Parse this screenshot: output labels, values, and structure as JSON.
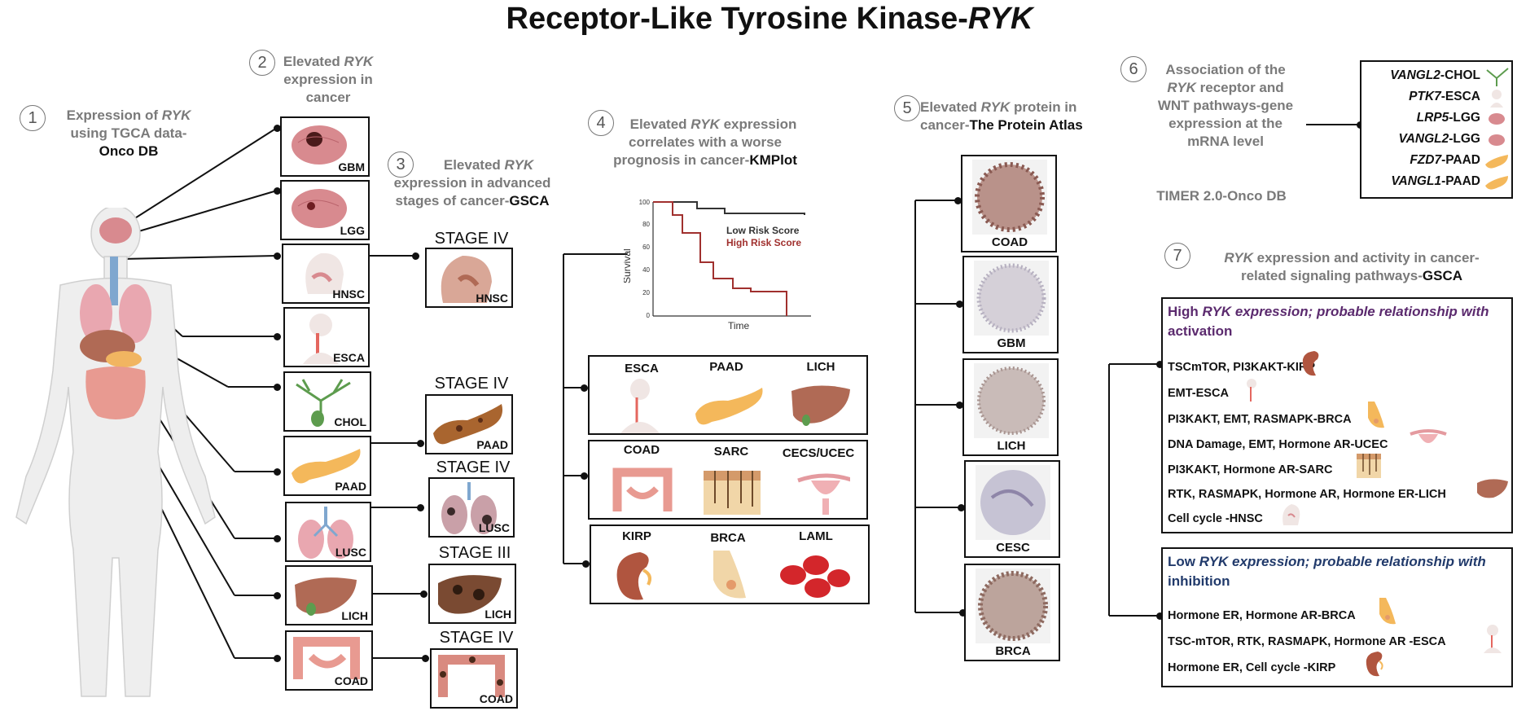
{
  "title": {
    "prefix": "Receptor-Like Tyrosine Kinase-",
    "gene": "RYK"
  },
  "section1": {
    "num": "1",
    "l1a": "Expression of ",
    "l1b": "RYK",
    "l2": "using TGCA data-",
    "l3": "Onco DB",
    "organs": [
      "GBM",
      "LGG",
      "HNSC",
      "ESCA",
      "CHOL",
      "PAAD",
      "LUSC",
      "LICH",
      "COAD"
    ]
  },
  "section2": {
    "num": "2",
    "l1": "Elevated ",
    "gene": "RYK",
    "l2": "expression in",
    "l3": "cancer"
  },
  "section3": {
    "num": "3",
    "l1": "Elevated ",
    "gene": "RYK",
    "l2": "expression in advanced",
    "l3a": "stages of cancer-",
    "l3b": "GSCA",
    "stages": [
      {
        "stage": "STAGE IV",
        "label": "HNSC"
      },
      {
        "stage": "STAGE IV",
        "label": "PAAD"
      },
      {
        "stage": "STAGE IV",
        "label": "LUSC"
      },
      {
        "stage": "STAGE III",
        "label": "LICH"
      },
      {
        "stage": "STAGE IV",
        "label": "COAD"
      }
    ]
  },
  "section4": {
    "num": "4",
    "l1a": "Elevated ",
    "gene": "RYK",
    "l1b": " expression",
    "l2": "correlates with a worse",
    "l3a": "prognosis in cancer-",
    "l3b": "KMPlot",
    "km": {
      "ylabel": "Survival",
      "xlabel": "Time",
      "yticks": [
        "100",
        "80",
        "60",
        "40",
        "20",
        "0"
      ],
      "low": "Low Risk Score",
      "high": "High Risk Score"
    },
    "grid": [
      "ESCA",
      "PAAD",
      "LICH",
      "COAD",
      "SARC",
      "CECS/UCEC",
      "KIRP",
      "BRCA",
      "LAML"
    ]
  },
  "section5": {
    "num": "5",
    "l1a": "Elevated ",
    "gene": "RYK",
    "l1b": " protein in",
    "l2a": "cancer-",
    "l2b": "The Protein Atlas",
    "tissues": [
      "COAD",
      "GBM",
      "LICH",
      "CESC",
      "BRCA"
    ]
  },
  "section6": {
    "num": "6",
    "l1": "Association of the",
    "gene": "RYK",
    "l2": " receptor and",
    "l3": "WNT pathways-gene",
    "l4": "expression at the",
    "l5": "mRNA level",
    "source": "TIMER 2.0-Onco DB",
    "genes": [
      {
        "gene": "VANGL2",
        "cancer": "-CHOL"
      },
      {
        "gene": "PTK7",
        "cancer": "-ESCA"
      },
      {
        "gene": "LRP5",
        "cancer": "-LGG"
      },
      {
        "gene": "VANGL2",
        "cancer": "-LGG"
      },
      {
        "gene": "FZD7",
        "cancer": "-PAAD"
      },
      {
        "gene": "VANGL1",
        "cancer": "-PAAD"
      }
    ]
  },
  "section7": {
    "num": "7",
    "gene": "RYK",
    "l1": " expression and activity in cancer-",
    "l2a": "related signaling pathways-",
    "l2b": "GSCA",
    "high": {
      "a": "High ",
      "gene": "RYK",
      "b": " expression; probable relationship with",
      "c": "activation",
      "rows": [
        "TSCmTOR, PI3KAKT-KIRP",
        "EMT-ESCA",
        "PI3KAKT, EMT, RASMAPK-BRCA",
        "DNA Damage, EMT, Hormone AR-UCEC",
        "PI3KAKT, Hormone AR-SARC",
        "RTK, RASMAPK, Hormone AR, Hormone ER-LICH",
        "Cell cycle -HNSC"
      ]
    },
    "low": {
      "a": "Low ",
      "gene": "RYK",
      "b": " expression; probable relationship with",
      "c": "inhibition",
      "rows": [
        "Hormone ER,  Hormone AR-BRCA",
        "TSC-mTOR, RTK, RASMAPK, Hormone AR -ESCA",
        "Hormone ER, Cell cycle -KIRP"
      ]
    }
  },
  "colors": {
    "high_head": "#5b2a6e",
    "low_head": "#213a6b",
    "km_low": "#333333",
    "km_high": "#a0302e"
  }
}
